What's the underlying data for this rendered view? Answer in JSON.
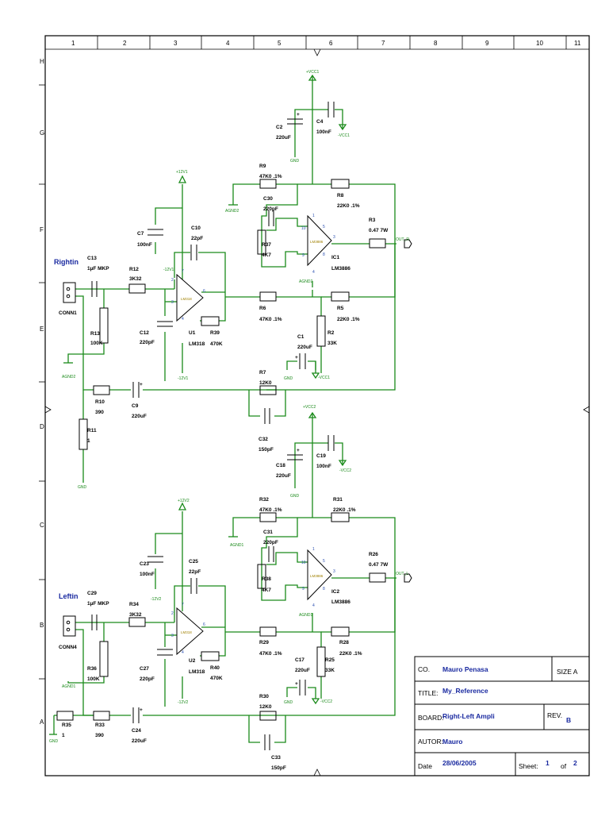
{
  "border": {
    "columns": [
      "1",
      "2",
      "3",
      "4",
      "5",
      "6",
      "7",
      "8",
      "9",
      "10",
      "11"
    ],
    "rows": [
      "H",
      "G",
      "F",
      "E",
      "D",
      "C",
      "B",
      "A"
    ]
  },
  "inputs": {
    "right": "Rightin",
    "left": "Leftin"
  },
  "right_channel": {
    "conn": "CONN1",
    "c13": [
      "C13",
      "1µF MKP"
    ],
    "r12": [
      "R12",
      "3K32"
    ],
    "r13": [
      "R13",
      "100K"
    ],
    "c12": [
      "C12",
      "220pF"
    ],
    "c7": [
      "C7",
      "100nF"
    ],
    "c10": [
      "C10",
      "22pF"
    ],
    "u1": [
      "U1",
      "LM318"
    ],
    "r39": [
      "R39",
      "470K"
    ],
    "r10": [
      "R10",
      "390"
    ],
    "c9": [
      "C9",
      "220uF"
    ],
    "r11": [
      "R11",
      "1"
    ],
    "r6": [
      "R6",
      "47K0 .1%"
    ],
    "r9": [
      "R9",
      "47K0 .1%"
    ],
    "c30": [
      "C30",
      "220pF"
    ],
    "r37": [
      "R37",
      "4K7"
    ],
    "ic1": [
      "IC1",
      "LM3886"
    ],
    "r8": [
      "R8",
      "22K0 .1%"
    ],
    "r5": [
      "R5",
      "22K0 .1%"
    ],
    "r3": [
      "R3",
      "0.47 7W"
    ],
    "r2": [
      "R2",
      "33K"
    ],
    "c1": [
      "C1",
      "220uF"
    ],
    "r7": [
      "R7",
      "12K0"
    ],
    "c32": [
      "C32",
      "150pF"
    ],
    "c2": [
      "C2",
      "220uF"
    ],
    "c4": [
      "C4",
      "100nF"
    ],
    "nets": {
      "vccp": "+VCC1",
      "vccn": "-VCC1",
      "p12": "+12V1",
      "n12": "-12V1",
      "agnd": "AGND2",
      "gnd": "GND",
      "out": "OUT_R"
    }
  },
  "left_channel": {
    "conn": "CONN4",
    "c29": [
      "C29",
      "1µF MKP"
    ],
    "r34": [
      "R34",
      "3K32"
    ],
    "r36": [
      "R36",
      "100K"
    ],
    "c27": [
      "C27",
      "220pF"
    ],
    "c23": [
      "C23",
      "100nF"
    ],
    "c25": [
      "C25",
      "22pF"
    ],
    "u2": [
      "U2",
      "LM318"
    ],
    "r40": [
      "R40",
      "470K"
    ],
    "r33": [
      "R33",
      "390"
    ],
    "c24": [
      "C24",
      "220uF"
    ],
    "r35": [
      "R35",
      "1"
    ],
    "r29": [
      "R29",
      "47K0 .1%"
    ],
    "r32": [
      "R32",
      "47K0 .1%"
    ],
    "c31": [
      "C31",
      "220pF"
    ],
    "r38": [
      "R38",
      "4K7"
    ],
    "ic2": [
      "IC2",
      "LM3886"
    ],
    "r31": [
      "R31",
      "22K0 .1%"
    ],
    "r28": [
      "R28",
      "22K0 .1%"
    ],
    "r26": [
      "R26",
      "0.47 7W"
    ],
    "r25": [
      "R25",
      "33K"
    ],
    "c17": [
      "C17",
      "220uF"
    ],
    "r30": [
      "R30",
      "12K0"
    ],
    "c33": [
      "C33",
      "150pF"
    ],
    "c18": [
      "C18",
      "220uF"
    ],
    "c19": [
      "C19",
      "100nF"
    ],
    "nets": {
      "vccp": "+VCC2",
      "vccn": "-VCC2",
      "p12": "+12V2",
      "n12": "-12V2",
      "agnd": "AGND1",
      "gnd": "GND",
      "out": "OUT_L"
    }
  },
  "title_block": {
    "co_label": "CO.",
    "co_value": "Mauro Penasa",
    "size_label": "SIZE A",
    "title_label": "TITLE:",
    "title_value": "My_Reference",
    "board_label": "BOARD:",
    "board_value": "Right-Left Ampli",
    "rev_label": "REV.",
    "rev_value": "B",
    "autor_label": "AUTOR:",
    "autor_value": "Mauro",
    "date_label": "Date",
    "date_value": "28/06/2005",
    "sheet_label": "Sheet:",
    "sheet_value": "1",
    "of_label": "of",
    "of_value": "2"
  }
}
